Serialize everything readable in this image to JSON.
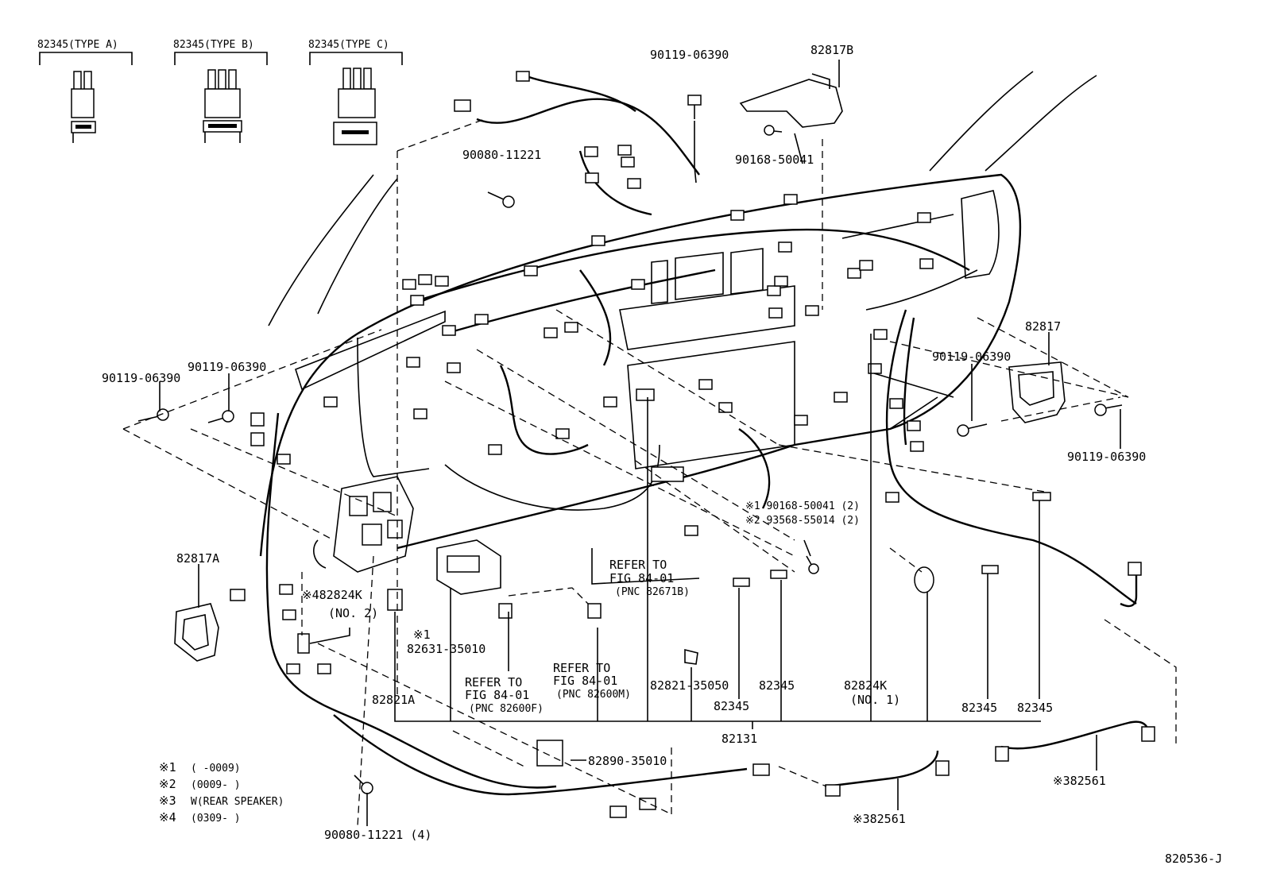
{
  "diagram": {
    "ref_code": "820536-J",
    "types": {
      "type_a": "82345(TYPE A)",
      "type_b": "82345(TYPE B)",
      "type_c": "82345(TYPE C)"
    },
    "parts": {
      "p90119_top": "90119-06390",
      "p82817B": "82817B",
      "p90080_top": "90080-11221",
      "p90168": "90168-50041",
      "p82817": "82817",
      "p90119_left1": "90119-06390",
      "p90119_left2": "90119-06390",
      "p90119_right1": "90119-06390",
      "p90119_right2": "90119-06390",
      "p82817A": "82817A",
      "p82824K_no2_a": "※482824K",
      "p82824K_no2_b": "(NO. 2)",
      "note1_a": "※1 90168-50041 (2)",
      "note2_a": "※2 93568-55014 (2)",
      "p82631_mark": "※1",
      "p82631": "82631-35010",
      "p82821A": "82821A",
      "p82821": "82821-35050",
      "p82345_a": "82345",
      "p82345_b": "82345",
      "p82345_c": "82345",
      "p82345_d": "82345",
      "p82824K_no1_a": "82824K",
      "p82824K_no1_b": "(NO. 1)",
      "p82131": "82131",
      "p82890": "82890-35010",
      "p82561_a": "※382561",
      "p82561_b": "※382561",
      "p90080_bottom": "90080-11221 (4)"
    },
    "refer_blocks": {
      "r1": [
        "REFER TO",
        "FIG 84-01",
        "(PNC 82671B)"
      ],
      "r2": [
        "REFER TO",
        "FIG 84-01",
        "(PNC 82600F)"
      ],
      "r3": [
        "REFER TO",
        "FIG 84-01",
        "(PNC 82600M)"
      ]
    },
    "legend": {
      "l1_mark": "※1",
      "l1_text": "(       -0009)",
      "l2_mark": "※2",
      "l2_text": "(0009-       )",
      "l3_mark": "※3",
      "l3_text": "W(REAR SPEAKER)",
      "l4_mark": "※4",
      "l4_text": "(0309-       )"
    }
  }
}
